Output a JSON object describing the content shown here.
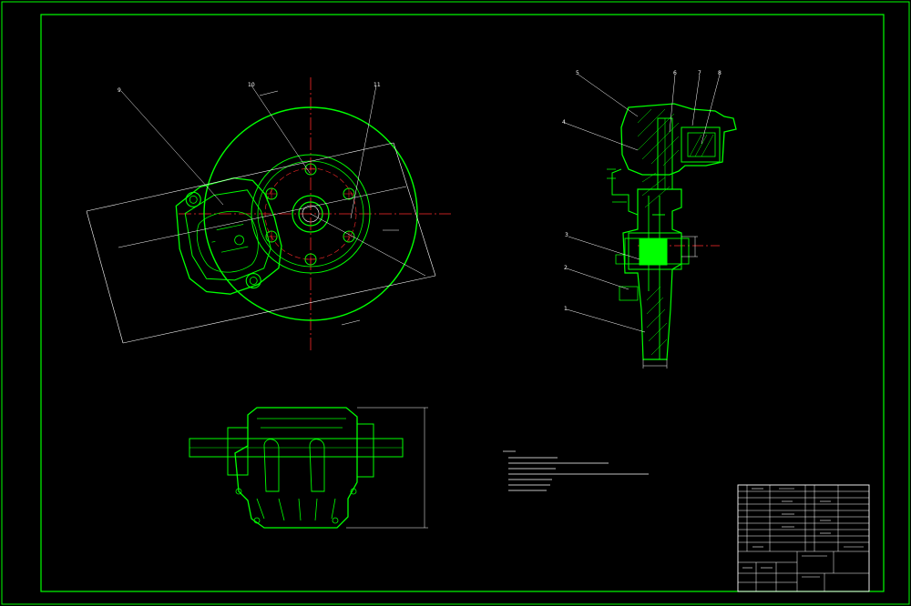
{
  "drawing": {
    "balloons": {
      "front": [
        "9",
        "10",
        "11"
      ],
      "section": [
        "5",
        "6",
        "7",
        "8",
        "4",
        "3",
        "2",
        "1"
      ]
    },
    "notes": {
      "heading": "",
      "lines": []
    },
    "title_block": {
      "rows": []
    }
  },
  "colors": {
    "background": "#000000",
    "outline": "#00ff00",
    "centerline": "#ff2a2a",
    "annotation": "#ffffff",
    "hatch_fill": "#00ff00"
  }
}
